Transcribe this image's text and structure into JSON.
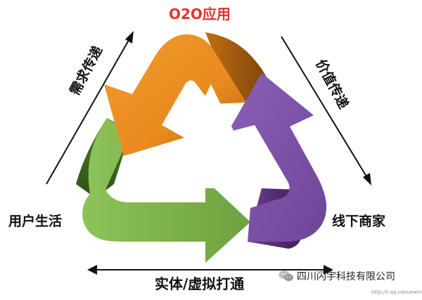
{
  "diagram": {
    "title": "O2O应用",
    "labels": {
      "user_life": "用户生活",
      "offline_merchants": "线下商家",
      "online_offline": "实体/虚拟打通",
      "demand_transfer": "需求传递",
      "value_transfer": "价值传递"
    },
    "segments": [
      {
        "id": "top",
        "color": "#e98b1f"
      },
      {
        "id": "right",
        "color": "#7a4fa6"
      },
      {
        "id": "bottom",
        "color": "#7db04a"
      }
    ]
  },
  "watermark": {
    "text": "四川闪宇科技有限公司",
    "url": "http://t.qq.com/ewinchina"
  }
}
